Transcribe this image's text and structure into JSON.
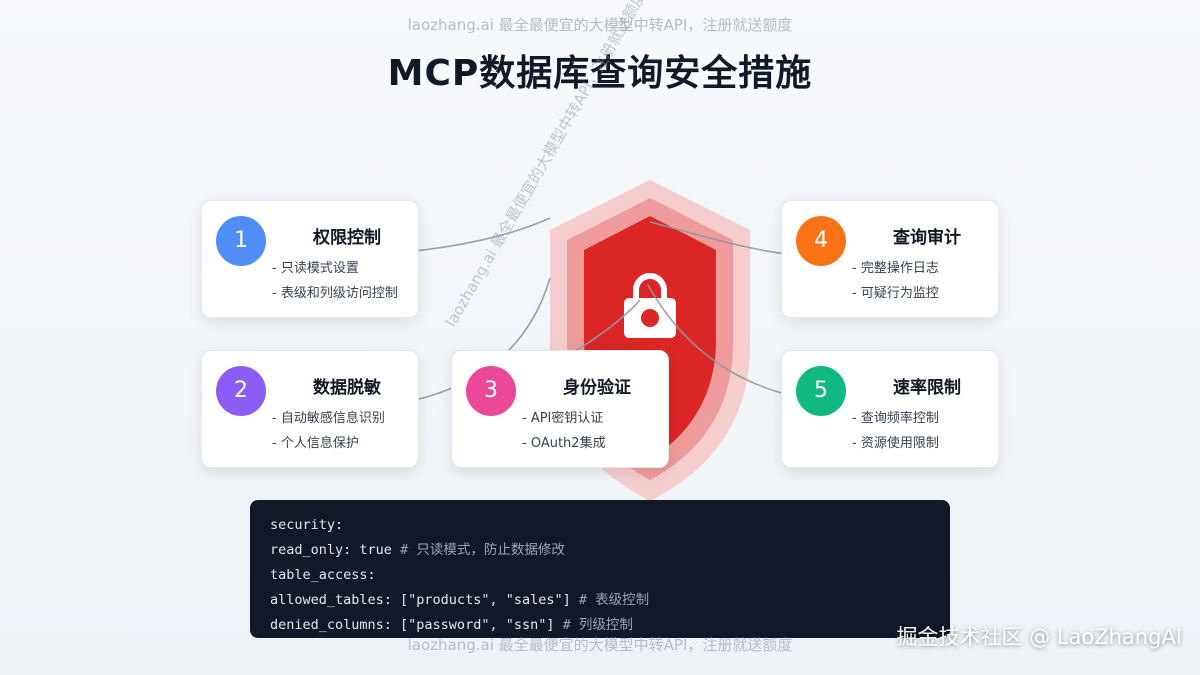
{
  "watermark_top": "laozhang.ai 最全最便宜的大模型中转API，注册就送额度",
  "watermark_bottom": "laozhang.ai 最全最便宜的大模型中转API，注册就送额度",
  "watermark_diagonal": "laozhang.ai 最全最便宜的大模型中转API，注册就送额度",
  "title": "MCP数据库查询安全措施",
  "shield": {
    "icon": "shield-lock-icon",
    "colors": {
      "outer": "#f6c6c6",
      "middle": "#ef9b9b",
      "inner": "#dc2626"
    }
  },
  "cards": [
    {
      "number": "1",
      "title": "权限控制",
      "color": "#4f8ef7",
      "items": [
        "- 只读模式设置",
        "- 表级和列级访问控制"
      ]
    },
    {
      "number": "2",
      "title": "数据脱敏",
      "color": "#8b5cf6",
      "items": [
        "- 自动敏感信息识别",
        "- 个人信息保护"
      ]
    },
    {
      "number": "3",
      "title": "身份验证",
      "color": "#ec4899",
      "items": [
        "- API密钥认证",
        "- OAuth2集成"
      ]
    },
    {
      "number": "4",
      "title": "查询审计",
      "color": "#f97316",
      "items": [
        "- 完整操作日志",
        "- 可疑行为监控"
      ]
    },
    {
      "number": "5",
      "title": "速率限制",
      "color": "#10b981",
      "items": [
        "- 查询频率控制",
        "- 资源使用限制"
      ]
    }
  ],
  "code": {
    "lines": [
      {
        "code": "security:",
        "comment": ""
      },
      {
        "code": "read_only: true",
        "comment": "# 只读模式，防止数据修改"
      },
      {
        "code": "table_access:",
        "comment": ""
      },
      {
        "code": "allowed_tables: [\"products\", \"sales\"]",
        "comment": "# 表级控制"
      },
      {
        "code": "denied_columns: [\"password\", \"ssn\"]",
        "comment": "# 列级控制"
      }
    ]
  },
  "brand": "掘金技术社区 @ LaoZhangAI"
}
